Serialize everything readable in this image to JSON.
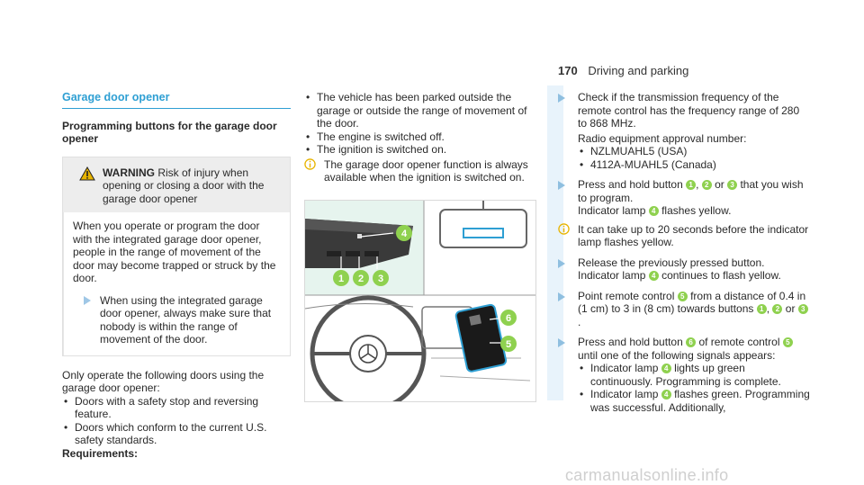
{
  "header": {
    "page_number": "170",
    "chapter": "Driving and parking"
  },
  "left": {
    "section_title": "Garage door opener",
    "subheading": "Programming buttons for the garage door opener",
    "warning": {
      "label": "WARNING",
      "text": "Risk of injury when opening or closing a door with the garage door opener",
      "body": "When you operate or program the door with the integrated garage door opener, people in the range of movement of the door may become trapped or struck by the door.",
      "step": "When using the integrated garage door opener, always make sure that nobody is within the range of movement of the door."
    },
    "intro": "Only operate the following doors using the garage door opener:",
    "bullets": [
      "Doors with a safety stop and reversing feature.",
      "Doors which conform to the current U.S. safety standards."
    ],
    "requirements_label": "Requirements:"
  },
  "middle": {
    "bullets": [
      "The vehicle has been parked outside the garage or outside the range of movement of the door.",
      "The engine is switched off.",
      "The ignition is switched on."
    ],
    "note": "The garage door opener function is always available when the ignition is switched on.",
    "figure_labels": [
      "1",
      "2",
      "3",
      "4",
      "5",
      "6"
    ]
  },
  "right": {
    "step1": "Check if the transmission frequency of the remote control has the frequency range of 280 to 868 MHz.",
    "approval": "Radio equipment approval number:",
    "approval_items": [
      "NZLMUAHL5 (USA)",
      "4112A-MUAHL5 (Canada)"
    ],
    "step2_a": "Press and hold button",
    "step2_b": "or",
    "step2_c": "that you wish to program.",
    "step2_d": "Indicator lamp",
    "step2_e": "flashes yellow.",
    "note": "It can take up to 20 seconds before the indicator lamp flashes yellow.",
    "step3_a": "Release the previously pressed button.",
    "step3_b": "Indicator lamp",
    "step3_c": "continues to flash yellow.",
    "step4_a": "Point remote control",
    "step4_b": "from a distance of 0.4 in (1 cm) to 3 in (8 cm) towards buttons",
    "step4_c": "or",
    "step5_a": "Press and hold button",
    "step5_b": "of remote control",
    "step5_c": "until one of the following signals appears:",
    "sig1_a": "Indicator lamp",
    "sig1_b": "lights up green continuously. Programming is complete.",
    "sig2_a": "Indicator lamp",
    "sig2_b": "flashes green. Programming was successful. Additionally,"
  },
  "watermark": "carmanualsonline.info",
  "colors": {
    "accent": "#2e9fd3",
    "callout": "#8fd14f"
  }
}
